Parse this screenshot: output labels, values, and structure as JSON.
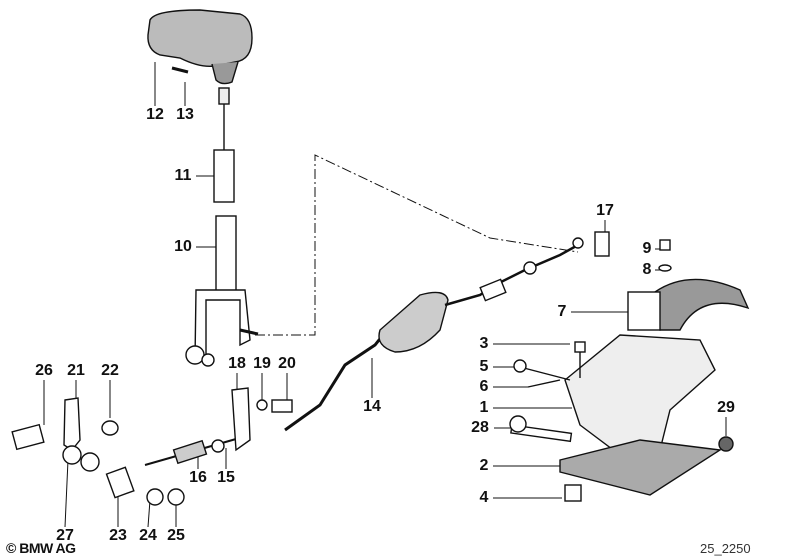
{
  "diagram": {
    "part_labels": {
      "p1": "1",
      "p2": "2",
      "p3": "3",
      "p4": "4",
      "p5": "5",
      "p6": "6",
      "p7": "7",
      "p8": "8",
      "p9": "9",
      "p10": "10",
      "p11": "11",
      "p12": "12",
      "p13": "13",
      "p14": "14",
      "p15": "15",
      "p16": "16",
      "p17": "17",
      "p18": "18",
      "p19": "19",
      "p20": "20",
      "p21": "21",
      "p22": "22",
      "p23": "23",
      "p24": "24",
      "p25": "25",
      "p26": "26",
      "p27": "27",
      "p28": "28",
      "p29": "29"
    },
    "copyright": "© BMW AG",
    "reference": "25_2250"
  }
}
